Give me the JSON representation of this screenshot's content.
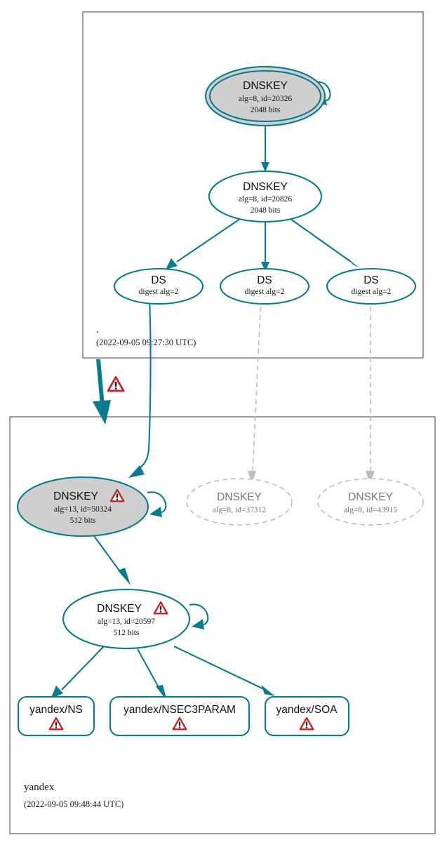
{
  "diagram": {
    "type": "dnssec-authentication-chain",
    "title": "DNSSEC authentication chain for yandex"
  },
  "colors": {
    "secure": "#0a7b8c",
    "bogus": "#bdbdbd",
    "warning": "#c8252a",
    "ksk_fill": "#cfcfcf",
    "zsk_fill": "#ffffff",
    "zone_border": "#5b5b5b"
  },
  "zones": [
    {
      "id": "root",
      "name": ".",
      "timestamp": "(2022-09-05 09:27:30 UTC)"
    },
    {
      "id": "yandex",
      "name": "yandex",
      "timestamp": "(2022-09-05 09:48:44 UTC)"
    }
  ],
  "root_zone": {
    "ksk": {
      "label": "DNSKEY",
      "params": "alg=8, id=20326",
      "size": "2048 bits",
      "status": "secure-sep",
      "has_warning": false,
      "self_signed": true
    },
    "zsk": {
      "label": "DNSKEY",
      "params": "alg=8, id=20826",
      "size": "2048 bits",
      "status": "secure",
      "has_warning": false,
      "self_signed": false
    },
    "ds_records": [
      {
        "label": "DS",
        "params": "digest alg=2",
        "status": "secure",
        "links_to": "yandex-ksk-50324"
      },
      {
        "label": "DS",
        "params": "digest alg=2",
        "status": "secure",
        "links_to": "yandex-dnskey-37312"
      },
      {
        "label": "DS",
        "params": "digest alg=2",
        "status": "secure",
        "links_to": "yandex-dnskey-43915"
      }
    ]
  },
  "yandex_zone": {
    "ksk": {
      "label": "DNSKEY",
      "params": "alg=13, id=50324",
      "size": "512 bits",
      "status": "secure",
      "has_warning": true,
      "self_signed": true
    },
    "zsk": {
      "label": "DNSKEY",
      "params": "alg=13, id=20597",
      "size": "512 bits",
      "status": "secure",
      "has_warning": true,
      "self_signed": true
    },
    "orphan_keys": [
      {
        "label": "DNSKEY",
        "params": "alg=8, id=37312",
        "status": "bogus",
        "has_warning": false
      },
      {
        "label": "DNSKEY",
        "params": "alg=8, id=43915",
        "status": "bogus",
        "has_warning": false
      }
    ],
    "rrsets": [
      {
        "label": "yandex/NS",
        "has_warning": true
      },
      {
        "label": "yandex/NSEC3PARAM",
        "has_warning": true
      },
      {
        "label": "yandex/SOA",
        "has_warning": true
      }
    ]
  },
  "delegation": {
    "status": "warning",
    "icon": "warning-triangle-icon",
    "emphasis": "thick"
  },
  "icons": {
    "warning": "warning-triangle-icon"
  }
}
